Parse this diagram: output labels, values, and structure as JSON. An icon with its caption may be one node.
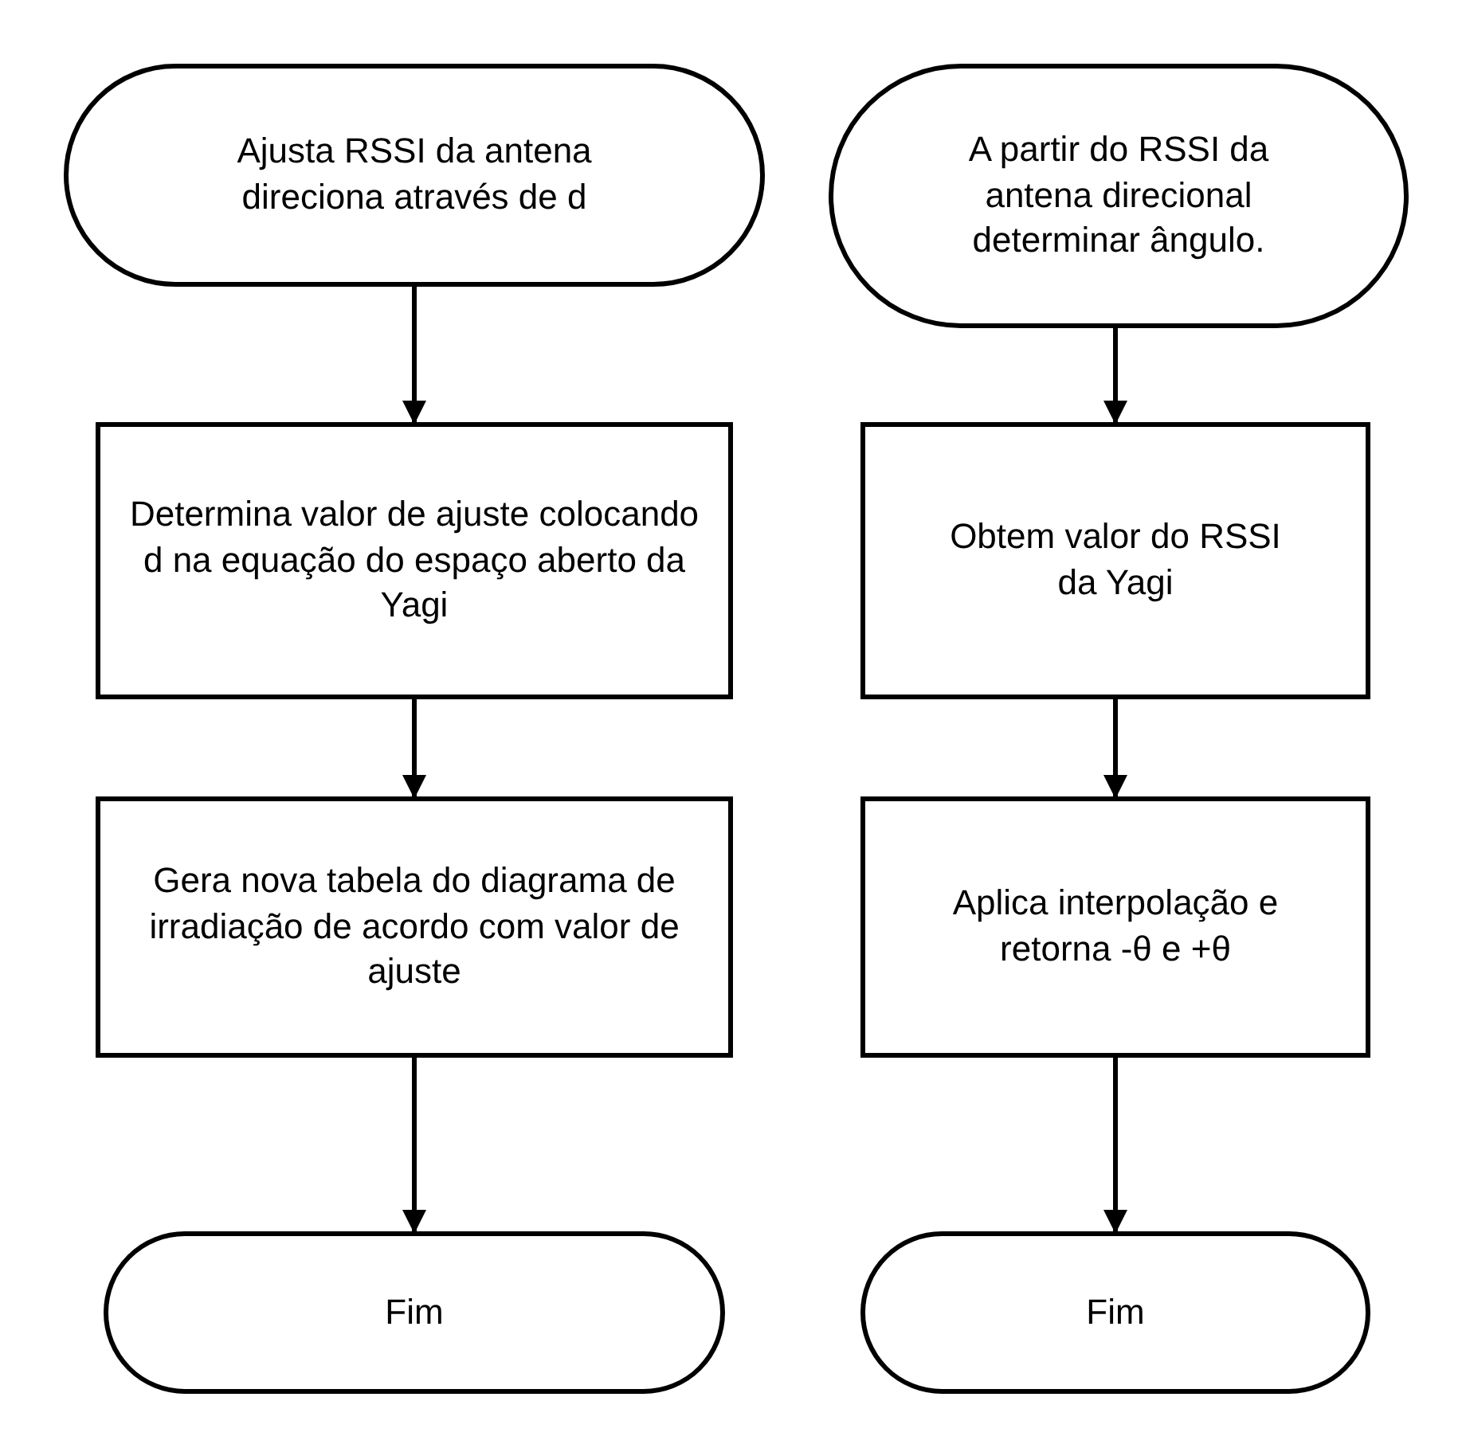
{
  "diagram": {
    "nodes": [
      {
        "text": [
          "Ajusta RSSI da antena direciona através de d"
        ]
      },
      {
        "text": [
          "Determina valor de ajuste colocando d na equação do espaço aberto da Yagi"
        ]
      },
      {
        "text": [
          "Gera nova tabela do diagrama de irradiação de acordo com valor de ajuste"
        ]
      },
      {
        "text": [
          "Fim"
        ]
      },
      {
        "text": [
          "A partir do RSSI da antena direcional determinar ângulo."
        ]
      },
      {
        "text": [
          "Obtem valor do RSSI da Yagi"
        ]
      },
      {
        "text": [
          "Aplica interpolação e retorna -θ e +θ"
        ]
      },
      {
        "text": [
          "Fim"
        ]
      }
    ],
    "edges": [
      {
        "from": 0,
        "to": 1,
        "arrow": "to"
      },
      {
        "from": 1,
        "to": 2,
        "arrow": "to"
      },
      {
        "from": 2,
        "to": 3,
        "arrow": "to"
      },
      {
        "from": 4,
        "to": 5,
        "arrow": "to"
      },
      {
        "from": 5,
        "to": 6,
        "arrow": "to"
      },
      {
        "from": 6,
        "to": 7,
        "arrow": "to"
      }
    ]
  }
}
